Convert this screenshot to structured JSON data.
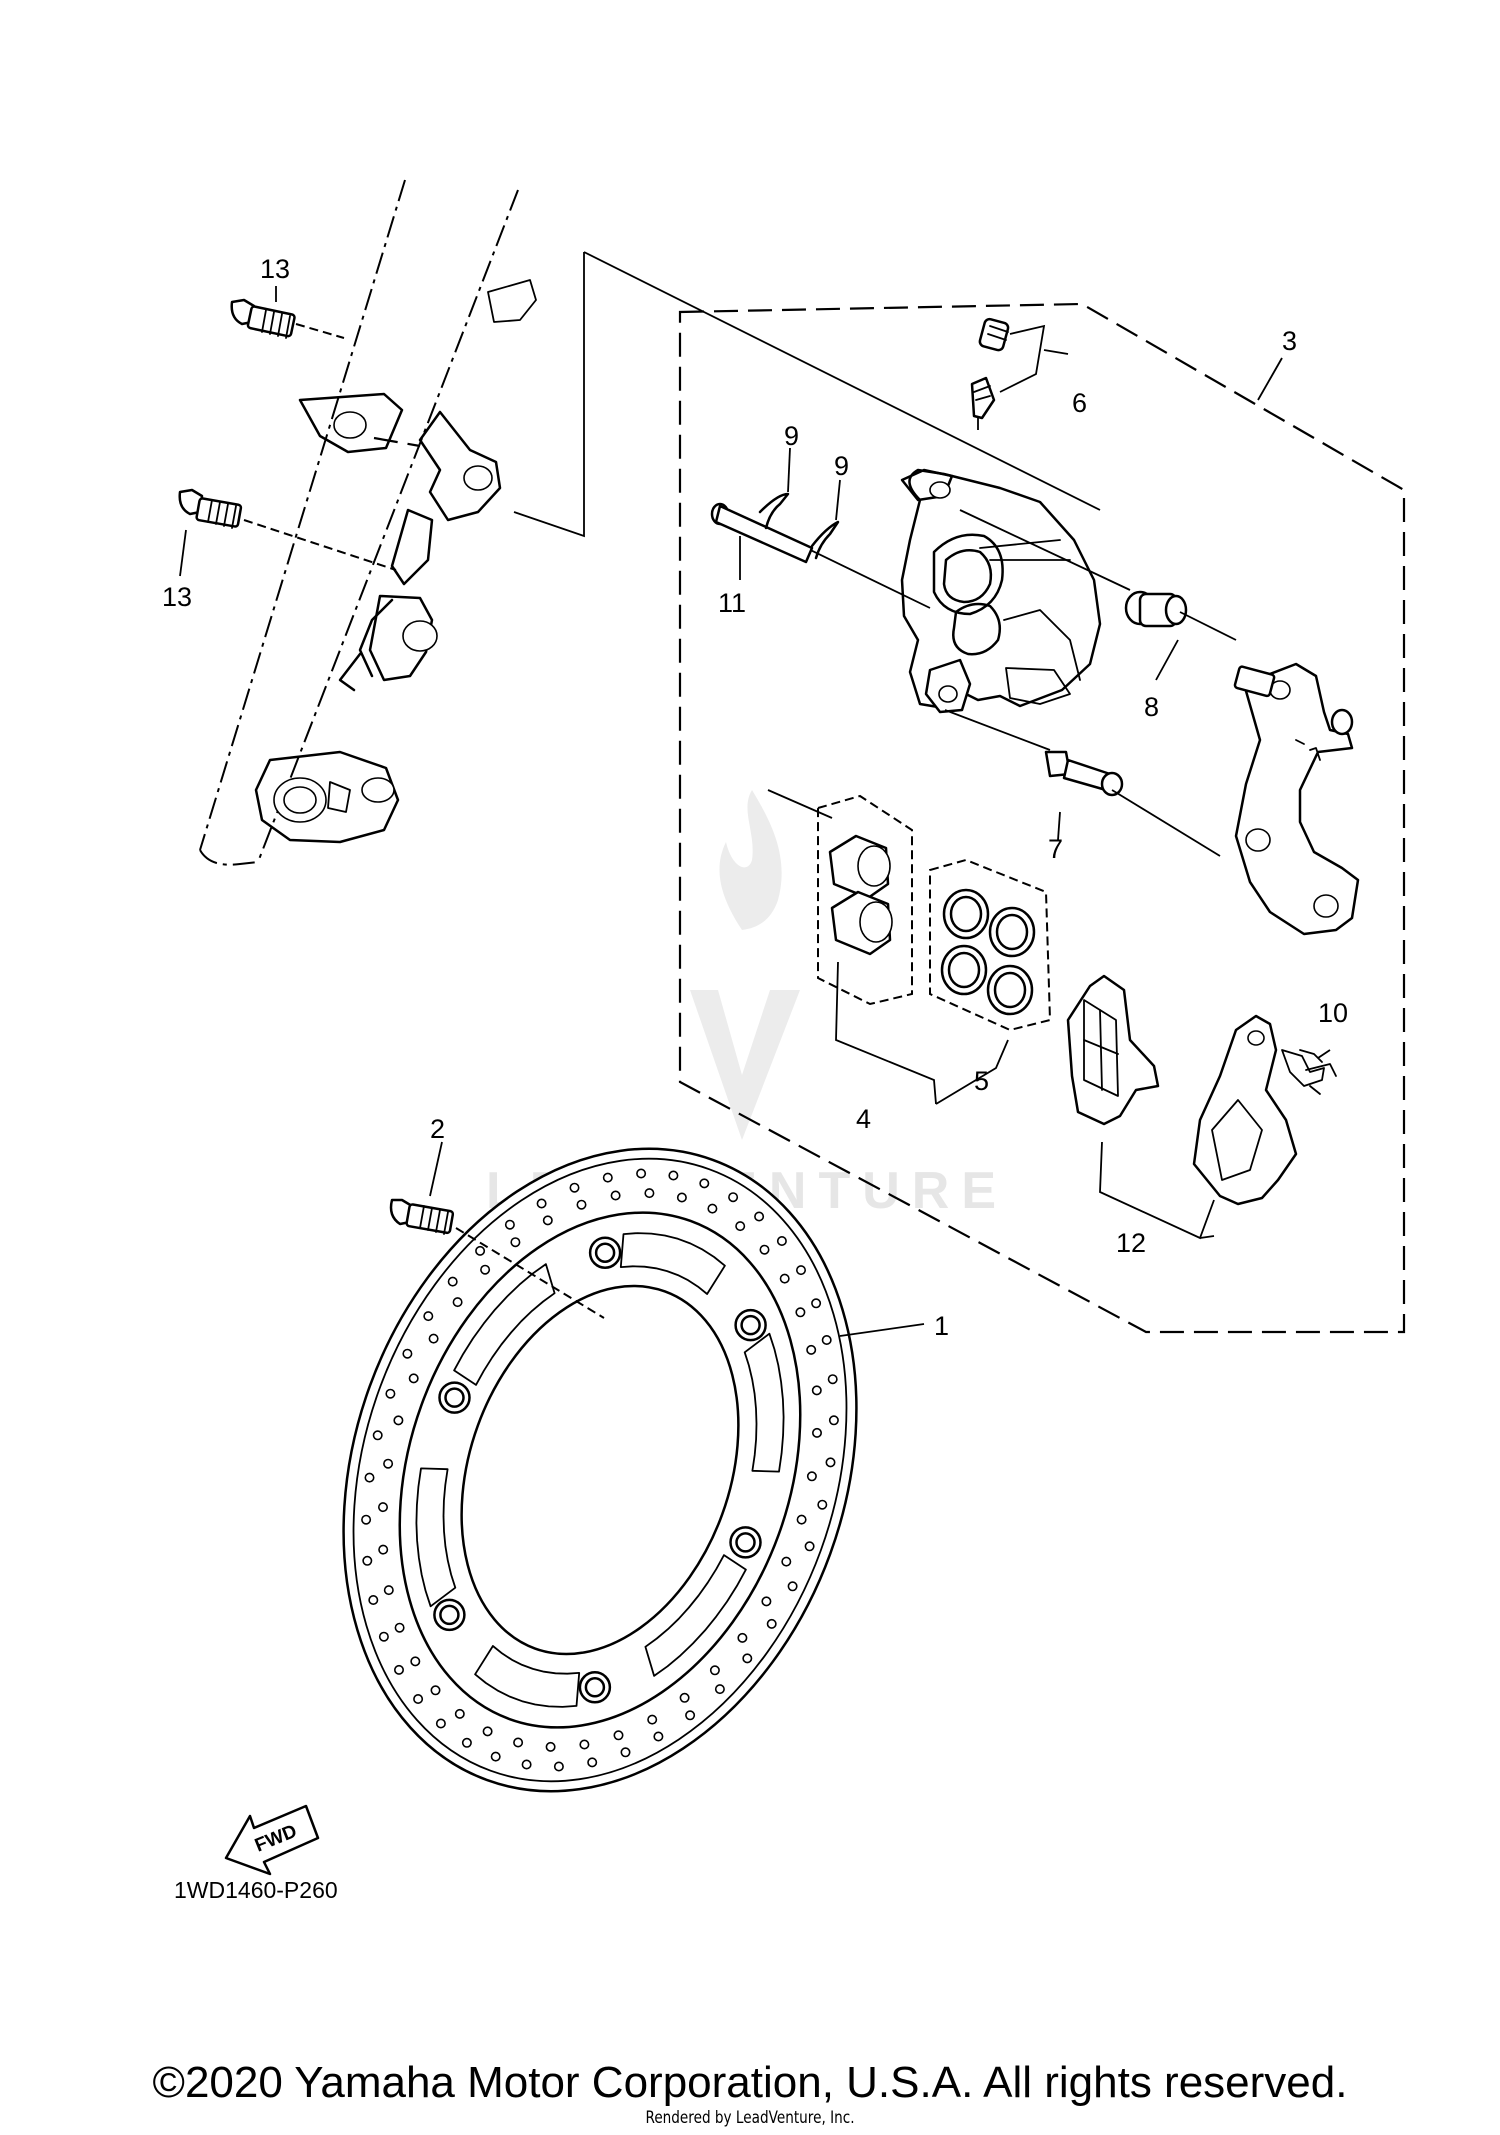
{
  "diagram": {
    "code": "1WD1460-P260",
    "fwd_label": "FWD",
    "callouts": {
      "c1": "1",
      "c2": "2",
      "c3": "3",
      "c4": "4",
      "c5": "5",
      "c6": "6",
      "c7": "7",
      "c8": "8",
      "c9a": "9",
      "c9b": "9",
      "c10": "10",
      "c11": "11",
      "c12": "12",
      "c13a": "13",
      "c13b": "13"
    }
  },
  "watermark": {
    "brand": "LEADVENTURE"
  },
  "footer": {
    "copyright": "©2020 Yamaha Motor Corporation, U.S.A. All rights reserved.",
    "rendered_by": "Rendered by LeadVenture, Inc."
  }
}
